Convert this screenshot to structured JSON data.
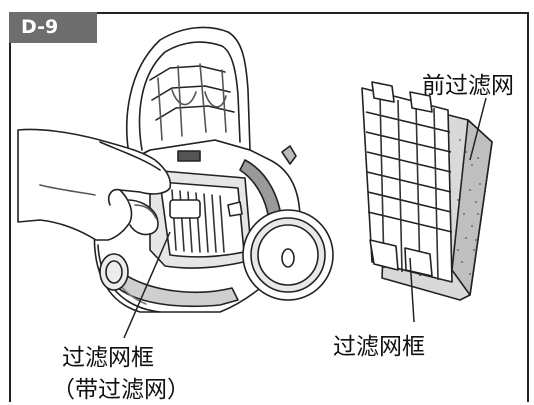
{
  "figure": {
    "badge": "D-9",
    "labels": {
      "front_filter": "前过滤网",
      "filter_frame": "过滤网框",
      "frame_with_filter_line1": "过滤网框",
      "frame_with_filter_line2": "（带过滤网）"
    }
  }
}
